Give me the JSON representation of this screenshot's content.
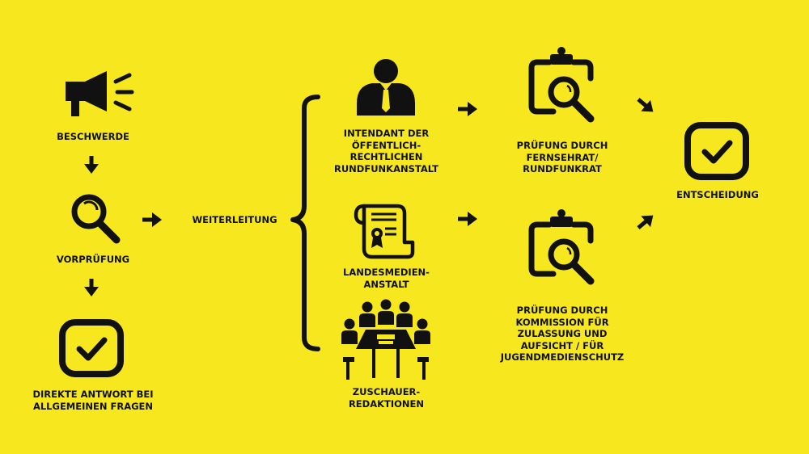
{
  "colors": {
    "background": "#f6e71e",
    "ink": "#111111"
  },
  "nodes": {
    "complaint": {
      "label": "BESCHWERDE",
      "icon": "megaphone-icon"
    },
    "pre_check": {
      "label": "VORPRÜFUNG",
      "icon": "magnifier-icon"
    },
    "direct_answer": {
      "label_line1": "DIREKTE ANTWORT BEI",
      "label_line2": "ALLGEMEINEN FRAGEN",
      "icon": "checkbox-icon"
    },
    "forwarding": {
      "label": "WEITERLEITUNG"
    },
    "director": {
      "label_line1": "INTENDANT DER",
      "label_line2": "ÖFFENTLICH-",
      "label_line3": "RECHTLICHEN",
      "label_line4": "RUNDFUNKANSTALT",
      "icon": "businessman-icon"
    },
    "media_authority": {
      "label_line1": "LANDESMEDIEN-",
      "label_line2": "ANSTALT",
      "icon": "certificate-scroll-icon"
    },
    "viewer_desk": {
      "label_line1": "ZUSCHAUER-",
      "label_line2": "REDAKTIONEN",
      "icon": "meeting-table-icon"
    },
    "review_council": {
      "label_line1": "PRÜFUNG DURCH",
      "label_line2": "FERNSEHRAT/",
      "label_line3": "RUNDFUNKRAT",
      "icon": "clipboard-search-icon"
    },
    "review_commission": {
      "label_line1": "PRÜFUNG DURCH",
      "label_line2": "KOMMISSION FÜR",
      "label_line3": "ZULASSUNG UND",
      "label_line4": "AUFSICHT / FÜR",
      "label_line5": "JUGENDMEDIENSCHUTZ",
      "icon": "clipboard-search-icon"
    },
    "decision": {
      "label": "ENTSCHEIDUNG",
      "icon": "checkbox-icon"
    }
  }
}
